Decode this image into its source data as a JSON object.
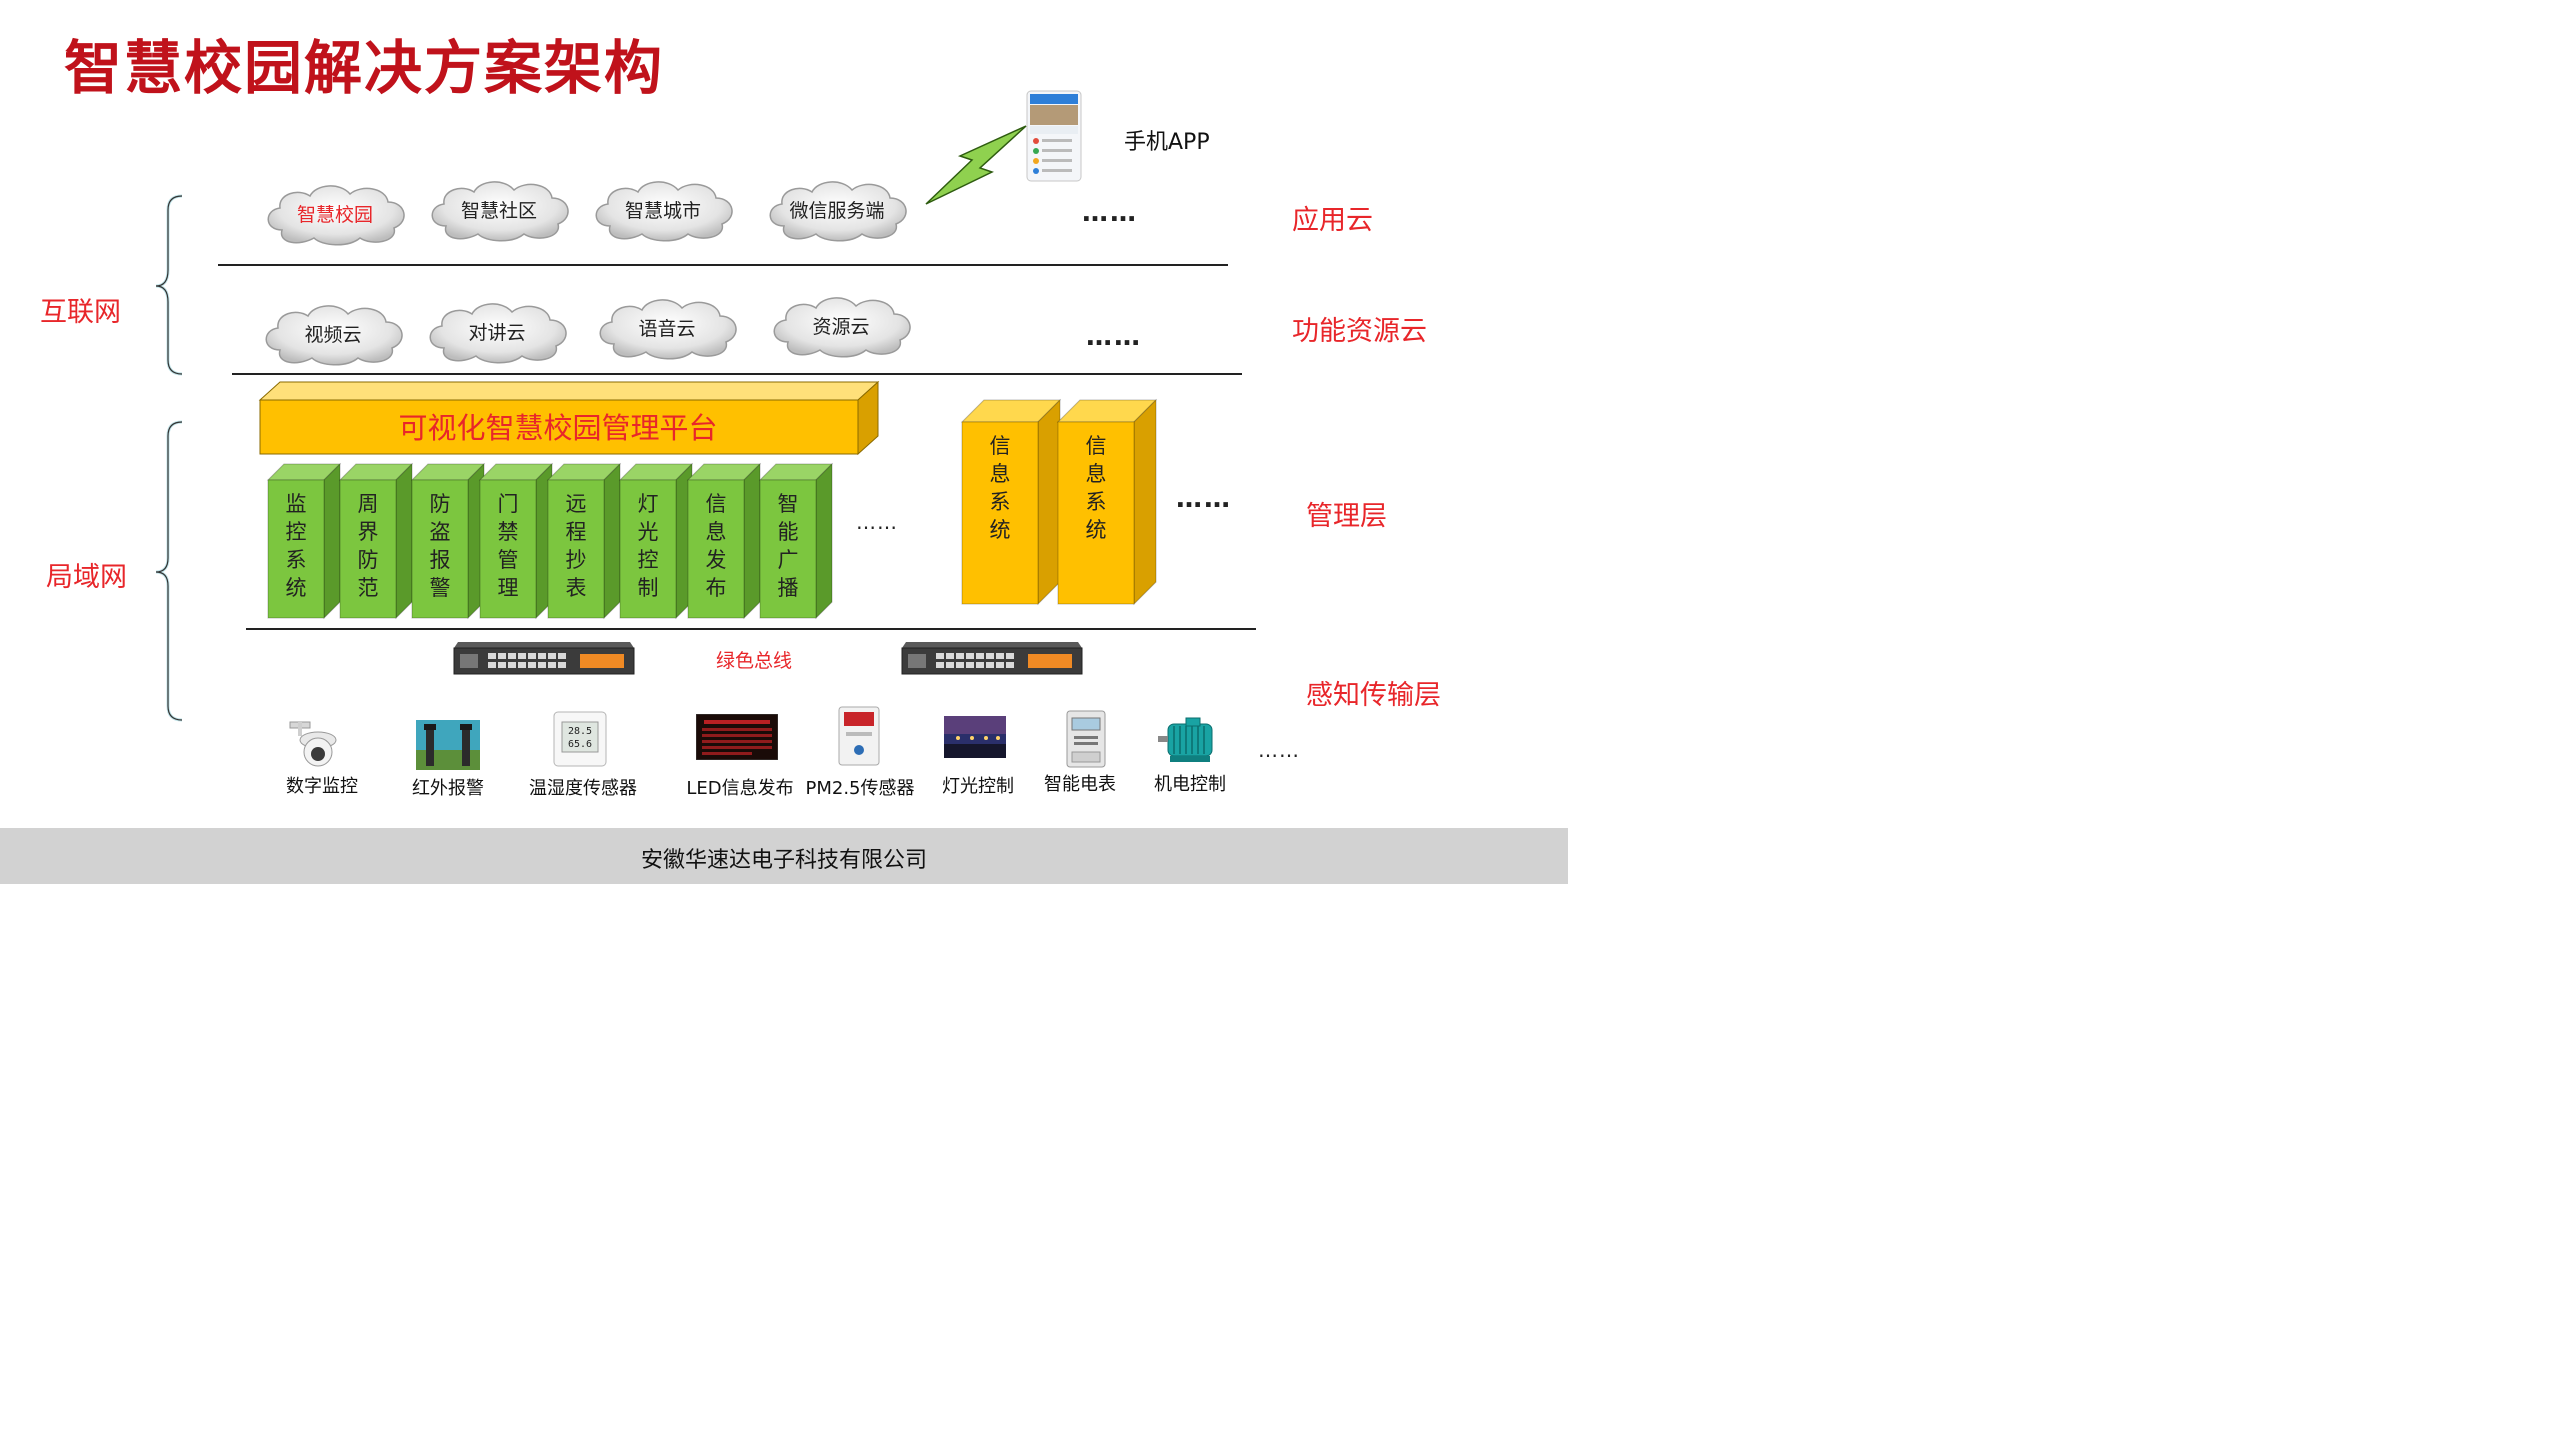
{
  "title": "智慧校园解决方案架构",
  "left_labels": {
    "internet": "互联网",
    "lan": "局域网"
  },
  "right_labels": {
    "app_cloud": "应用云",
    "resource_cloud": "功能资源云",
    "management": "管理层",
    "perception": "感知传输层"
  },
  "mobile_app": "手机APP",
  "app_clouds": [
    "智慧校园",
    "智慧社区",
    "智慧城市",
    "微信服务端"
  ],
  "resource_clouds": [
    "视频云",
    "对讲云",
    "语音云",
    "资源云"
  ],
  "ellipsis": {
    "big": "……",
    "small": "……"
  },
  "platform": "可视化智慧校园管理平台",
  "green_systems": [
    "监控系统",
    "周界防范",
    "防盗报警",
    "门禁管理",
    "远程抄表",
    "灯光控制",
    "信息发布",
    "智能广播"
  ],
  "yellow_systems": [
    "信息系统",
    "信息系统"
  ],
  "bus_label": "绿色总线",
  "devices": [
    "数字监控",
    "红外报警",
    "温湿度传感器",
    "LED信息发布",
    "PM2.5传感器",
    "灯光控制",
    "智能电表",
    "机电控制"
  ],
  "footer": "安徽华速达电子科技有限公司",
  "colors": {
    "title": "#c0121b",
    "label_red": "#e8262a",
    "green_front": "#7cc63f",
    "green_side": "#5a9a2a",
    "yellow_front": "#ffc000",
    "yellow_side": "#d9a000",
    "bracket": "#bfe3e8"
  },
  "icons": [
    "cloud-icon",
    "lightning-icon",
    "phone-icon",
    "switch-icon",
    "camera-icon",
    "infrared-icon",
    "thermometer-icon",
    "led-screen-icon",
    "pm25-icon",
    "street-light-icon",
    "meter-icon",
    "motor-icon"
  ]
}
